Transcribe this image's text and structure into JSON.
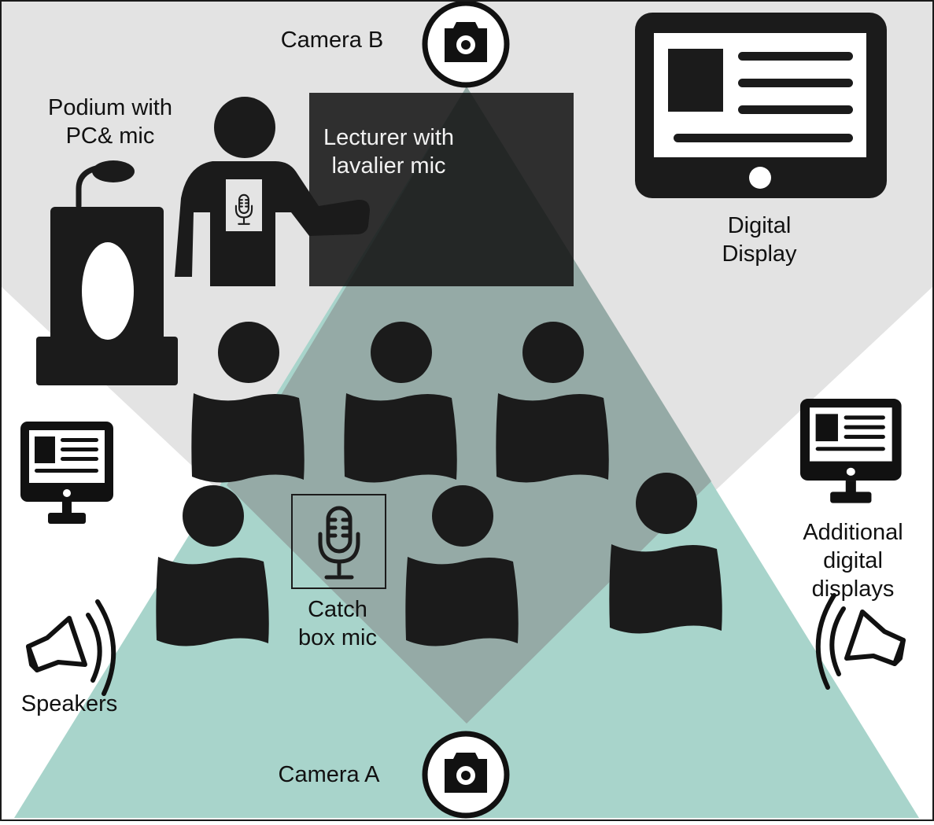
{
  "colors": {
    "background": "#ffffff",
    "camera_b_field": "#e3e3e3",
    "camera_a_field": "#a8d4cb",
    "overlap_field": "#95aaa6",
    "icon_fill": "#1b1b1b",
    "frame": "#1a1a1a"
  },
  "icons": [
    "camera-icon",
    "person-icon",
    "podium-icon",
    "microphone-icon",
    "monitor-icon",
    "tablet-display-icon",
    "speaker-icon",
    "whiteboard-icon"
  ],
  "labels": {
    "camera_b": "Camera B",
    "camera_a": "Camera A",
    "podium": [
      "Podium with",
      "PC& mic"
    ],
    "lecturer": [
      "Lecturer with",
      "lavalier mic"
    ],
    "digital_display": [
      "Digital",
      "Display"
    ],
    "additional_displays": [
      "Additional",
      "digital",
      "displays"
    ],
    "catch_box": [
      "Catch",
      "box mic"
    ],
    "speakers": "Speakers"
  }
}
